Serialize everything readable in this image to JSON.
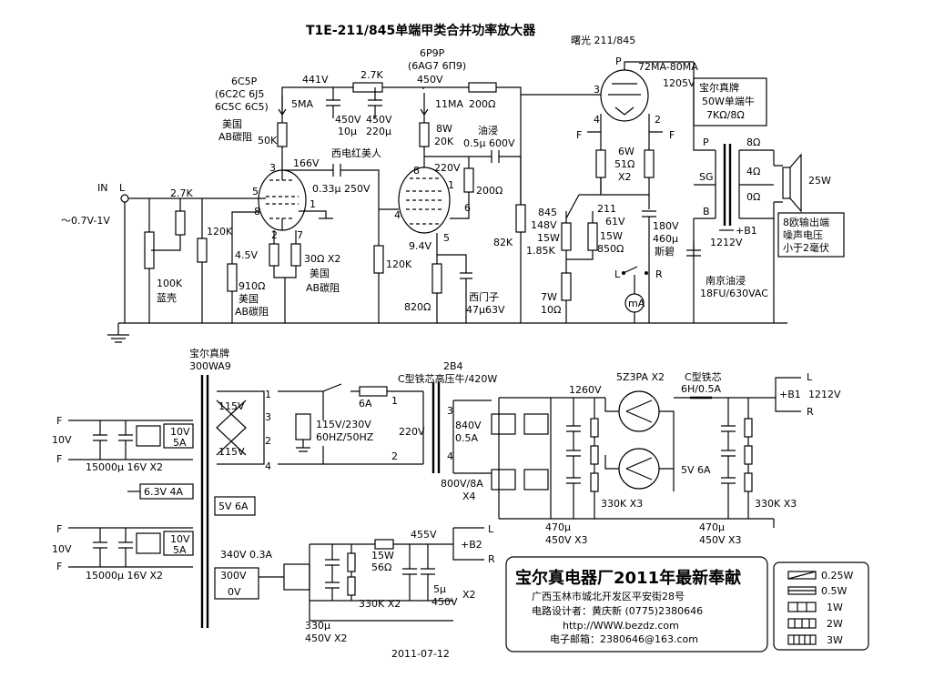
{
  "title": "T1E-211/845单端甲类合并功率放大器",
  "power_tube": {
    "brand": "曙光 211/845",
    "current": "72MA-80MA",
    "voltage": "1205V",
    "pins": [
      "P",
      "3",
      "4",
      "2",
      "F",
      "F"
    ]
  },
  "input": {
    "label": "IN",
    "channel": "L",
    "level": "～0.7V-1V",
    "pot": "100K",
    "pot_note": "蓝壳",
    "r1": "2.7K",
    "r2": "120K"
  },
  "stage1": {
    "tube": "6C5P",
    "alt1": "(6C2C 6J5",
    "alt2": "6C5C 6C5)",
    "plate_r": "50K",
    "plate_r_note1": "美国",
    "plate_r_note2": "AB碳阻",
    "current": "5MA",
    "plate_v": "166V",
    "pins": [
      "3",
      "5",
      "8",
      "1",
      "2",
      "7"
    ],
    "cathode_v": "4.5V",
    "cathode_r": "910Ω",
    "cathode_note1": "美国",
    "cathode_note2": "AB碳阻",
    "grid_r": "30Ω X2",
    "grid_note1": "美国",
    "grid_note2": "AB碳阻"
  },
  "coupling1": {
    "label": "西电红美人",
    "value": "0.33μ 250V"
  },
  "supply_top": {
    "v1": "441V",
    "r": "2.7K",
    "v2": "450V",
    "current": "11MA",
    "r2": "200Ω",
    "c1a": "450V",
    "c1b": "10μ",
    "c2a": "450V",
    "c2b": "220μ"
  },
  "stage2": {
    "tube": "6P9P",
    "alt": "(6AG7 6Π9)",
    "pins": [
      "8",
      "1",
      "4",
      "6",
      "5"
    ],
    "plate_r": "8W",
    "plate_r2": "20K",
    "plate_v": "220V",
    "screen_r": "200Ω",
    "grid_r": "120K",
    "cathode_v": "9.4V",
    "cathode_r": "820Ω",
    "cap_brand": "西门子",
    "cap": "47μ63V"
  },
  "coupling2": {
    "label": "油浸",
    "value": "0.5μ 600V",
    "grid_r": "82K"
  },
  "filament": {
    "r": "6W",
    "r2": "51Ω",
    "r3": "X2",
    "sel1": "845",
    "sel2": "211",
    "v845": "148V",
    "v211": "61V",
    "r845a": "15W",
    "r845b": "1.85K",
    "r211a": "15W",
    "r211b": "850Ω",
    "cap_a": "180V",
    "cap_b": "460μ",
    "cap_note": "斯碧",
    "low_r_a": "7W",
    "low_r_b": "10Ω",
    "meter": "mA",
    "L": "L",
    "R": "R"
  },
  "output_transformer": {
    "brand": "宝尔真牌",
    "spec": "50W单端牛",
    "impedance": "7KΩ/8Ω",
    "P": "P",
    "SG": "SG",
    "B": "B",
    "taps": [
      "8Ω",
      "4Ω",
      "0Ω"
    ],
    "power": "25W",
    "b1": "+B1",
    "b_v": "1212V",
    "cap_brand": "南京油浸",
    "cap": "18FU/630VAC",
    "note1": "8欧输出端",
    "note2": "噪声电压",
    "note3": "小于2毫伏"
  },
  "power_transformer": {
    "brand": "宝尔真牌",
    "rating": "300WA9",
    "primary": [
      "115V",
      "115V"
    ],
    "pins": [
      "1",
      "3",
      "2",
      "4"
    ],
    "fuse": "6A",
    "mains1": "115V/230V",
    "mains2": "60HZ/50HZ",
    "sec": "220V",
    "pin1": "1",
    "pin2": "2",
    "fil1_label": "10V",
    "fil1_cur": "5A",
    "f": "F",
    "fil_v": "10V",
    "fil_cap": "15000μ 16V X2",
    "heater": "6.3V 4A",
    "rect_heater": "5V 6A",
    "fil2_label": "10V",
    "fil2_cur": "5A",
    "hv1": "340V 0.3A",
    "hv2": "300V",
    "hv3": "0V"
  },
  "hv_transformer": {
    "label": "2B4",
    "desc": "C型铁芯高压牛/420W",
    "pin3": "3",
    "pin4": "4",
    "out": "840V",
    "out_cur": "0.5A",
    "diodes": "800V/8A",
    "diodes_n": "X4"
  },
  "hv_supply": {
    "v": "1260V",
    "tube": "5Z3PA X2",
    "choke": "C型铁芯",
    "choke_spec": "6H/0.5A",
    "b1": "+B1",
    "b1_v": "1212V",
    "L": "L",
    "R": "R",
    "heater": "5V 6A",
    "r1": "330K X3",
    "r2": "330K X3",
    "c1a": "470μ",
    "c1b": "450V X3",
    "c2a": "470μ",
    "c2b": "450V X3"
  },
  "b2_supply": {
    "v": "455V",
    "b2": "+B2",
    "L": "L",
    "R": "R",
    "r": "15W",
    "r2": "56Ω",
    "cap_a": "5μ",
    "cap_b": "450V",
    "cap_n": "X2",
    "rb": "330K X2",
    "cap330a": "330μ",
    "cap330b": "450V X2"
  },
  "footer": {
    "company": "宝尔真电器厂2011年最新奉献",
    "address": "广西玉林市城北开发区平安街28号",
    "designer": "电路设计者：黄庆新  (0775)2380646",
    "web": "http://WWW.bezdz.com",
    "email": "电子邮箱：2380646@163.com",
    "date": "2011-07-12"
  },
  "legend": [
    "0.25W",
    "0.5W",
    "1W",
    "2W",
    "3W"
  ]
}
